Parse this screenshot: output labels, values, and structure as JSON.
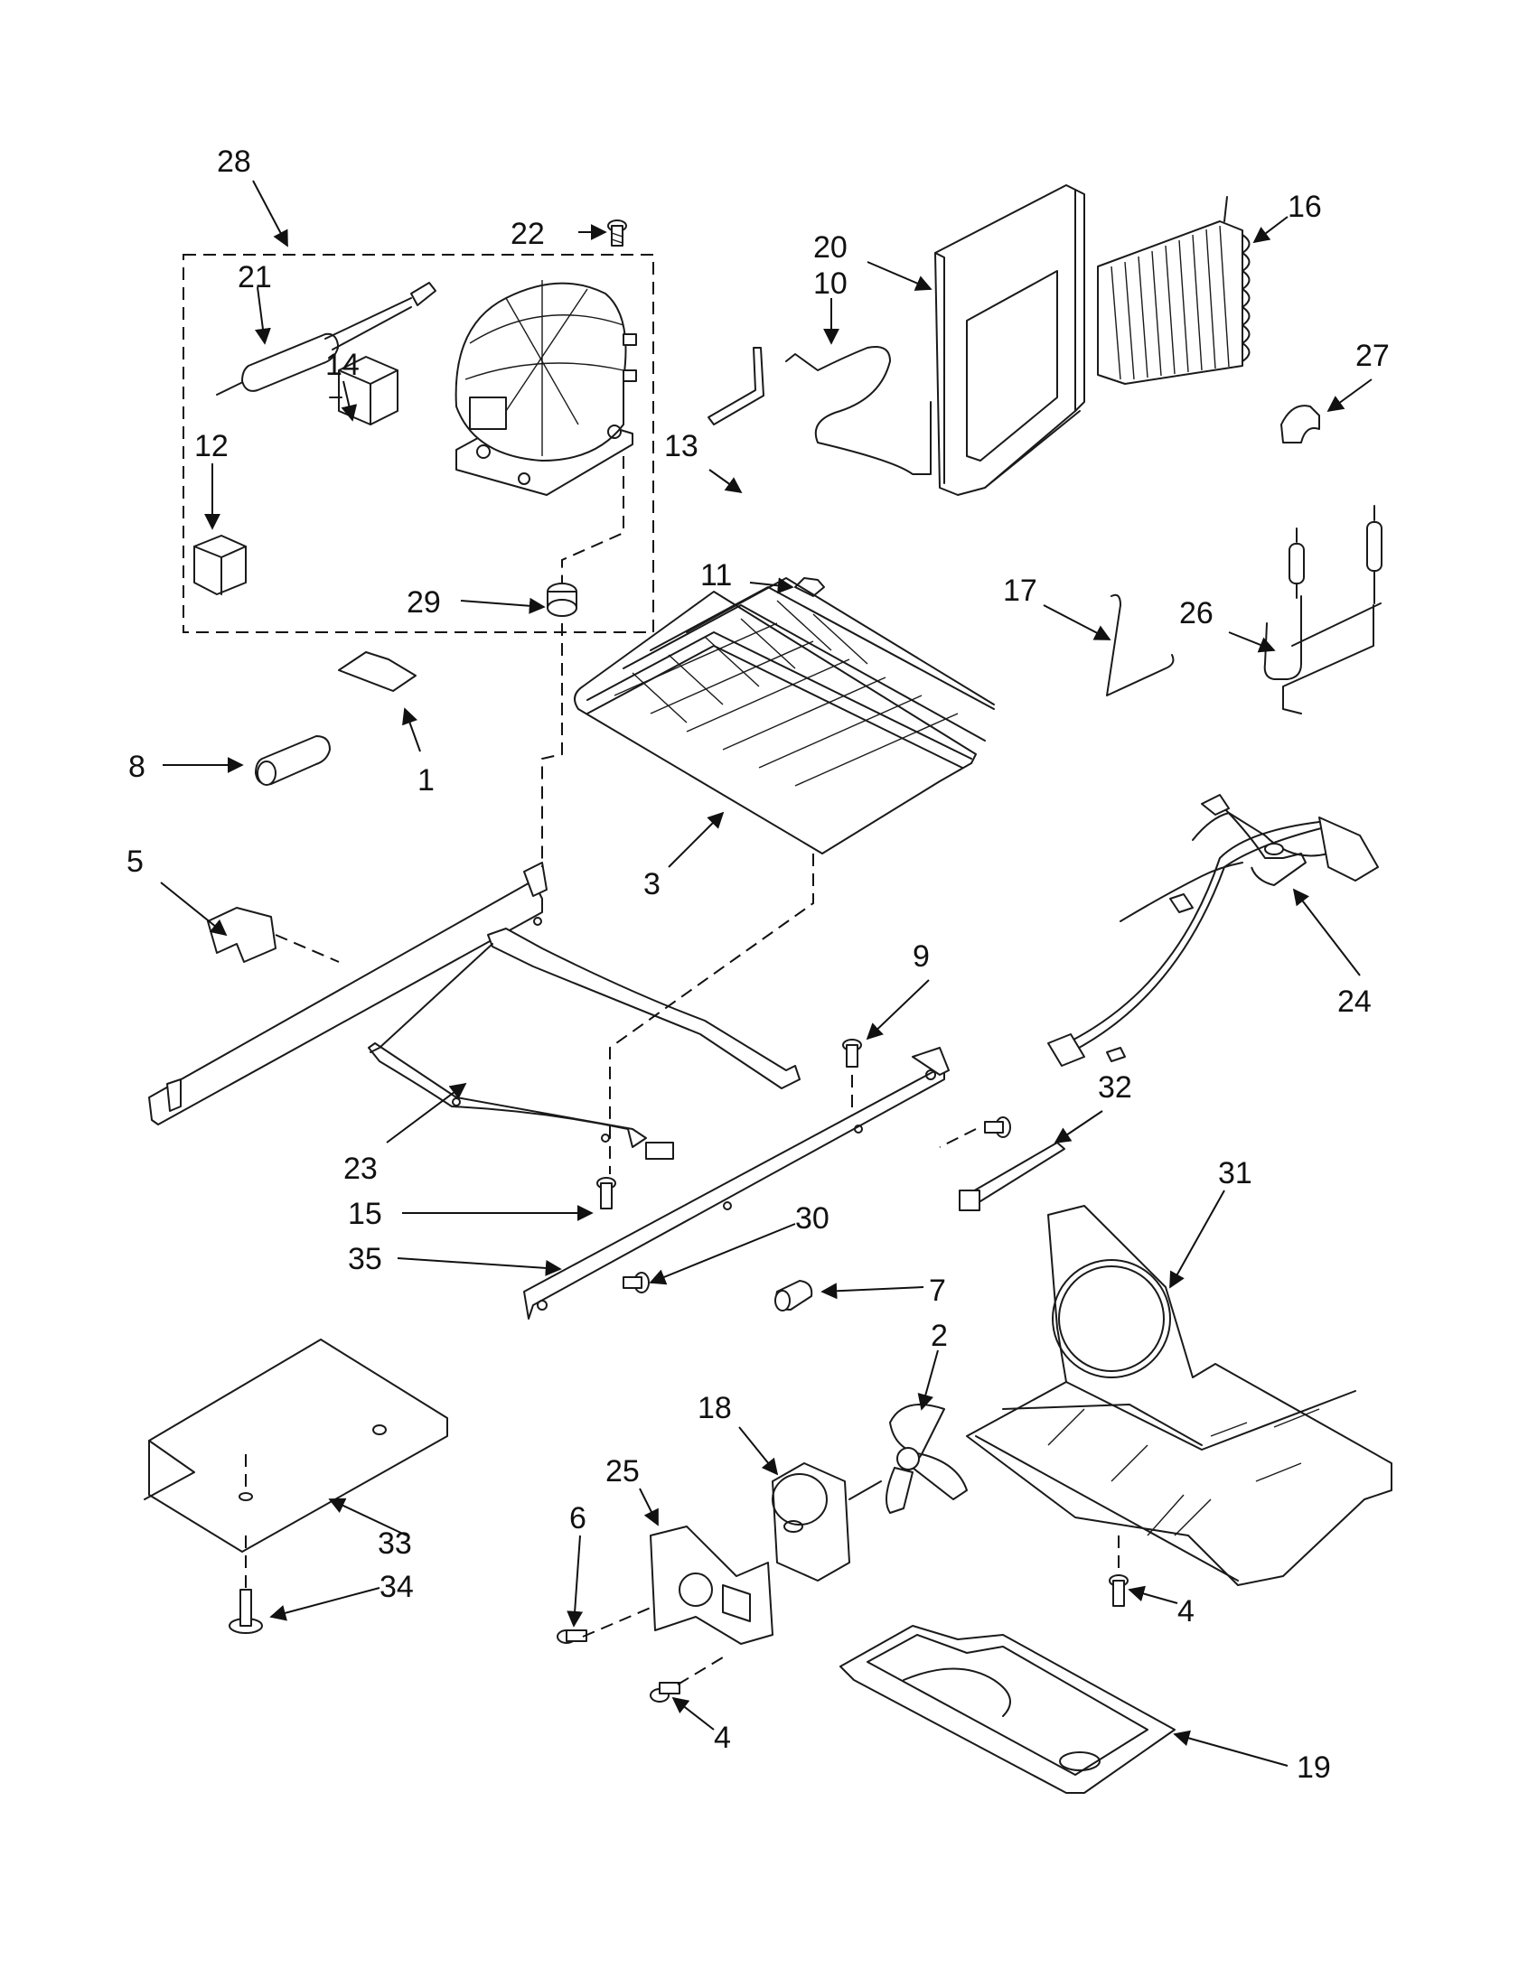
{
  "labels": {
    "p1": "1",
    "p2": "2",
    "p3": "3",
    "p4a": "4",
    "p4b": "4",
    "p5": "5",
    "p6": "6",
    "p7": "7",
    "p8": "8",
    "p9": "9",
    "p10": "10",
    "p11": "11",
    "p12": "12",
    "p13": "13",
    "p14": "14",
    "p15": "15",
    "p16": "16",
    "p17": "17",
    "p18": "18",
    "p19": "19",
    "p20": "20",
    "p21": "21",
    "p22": "22",
    "p23": "23",
    "p24": "24",
    "p25": "25",
    "p26": "26",
    "p27": "27",
    "p28": "28",
    "p29": "29",
    "p30": "30",
    "p31": "31",
    "p32": "32",
    "p33": "33",
    "p34": "34",
    "p35": "35"
  }
}
